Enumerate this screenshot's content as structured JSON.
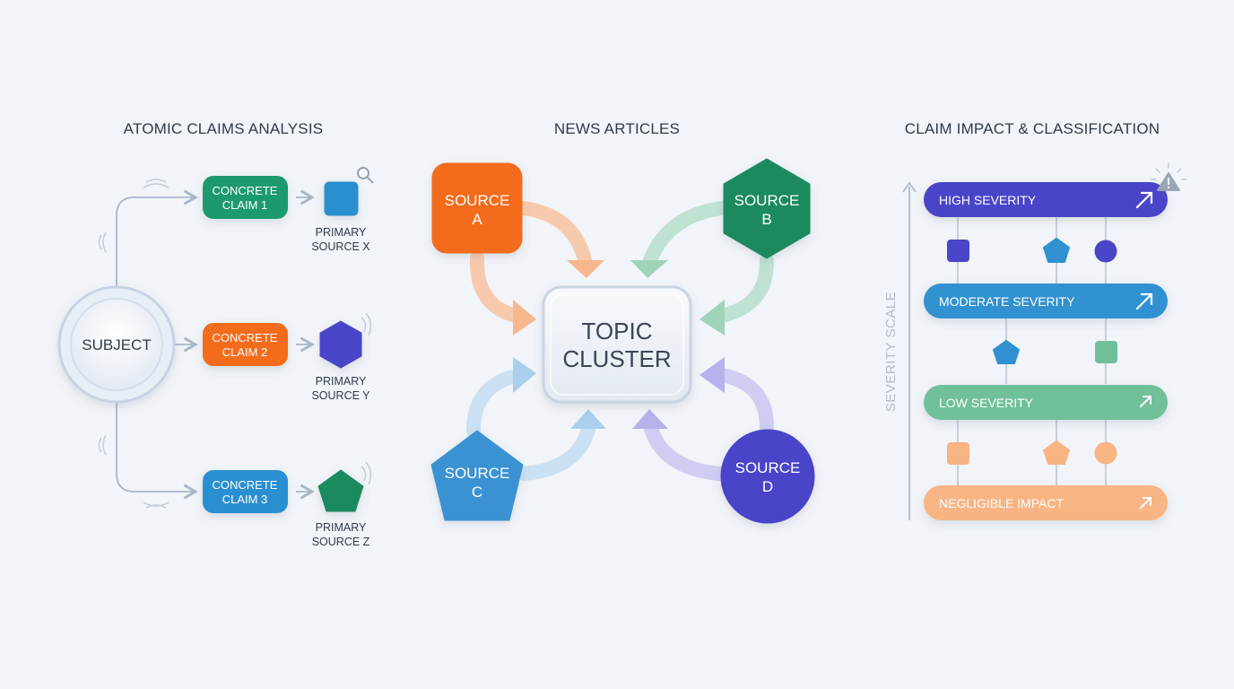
{
  "sections": {
    "left_title": "ATOMIC CLAIMS ANALYSIS",
    "center_title": "NEWS ARTICLES",
    "right_title": "CLAIM IMPACT & CLASSIFICATION"
  },
  "claims": {
    "subject": "SUBJECT",
    "items": [
      {
        "line1": "CONCRETE",
        "line2": "CLAIM 1",
        "color": "#1f9a6e",
        "source_line1": "PRIMARY",
        "source_line2": "SOURCE X",
        "source_color": "#2b8fd0",
        "source_shape": "rounded-square"
      },
      {
        "line1": "CONCRETE",
        "line2": "CLAIM 2",
        "color": "#f26c1f",
        "source_line1": "PRIMARY",
        "source_line2": "SOURCE Y",
        "source_color": "#4a45c9",
        "source_shape": "hexagon"
      },
      {
        "line1": "CONCRETE",
        "line2": "CLAIM 3",
        "color": "#2b8fd0",
        "source_line1": "PRIMARY",
        "source_line2": "SOURCE Z",
        "source_color": "#1f8a5e",
        "source_shape": "pentagon"
      }
    ]
  },
  "news": {
    "topic_line1": "TOPIC",
    "topic_line2": "CLUSTER",
    "sources": [
      {
        "line1": "SOURCE",
        "line2": "A",
        "color": "#f26c1f",
        "shape": "rounded-square"
      },
      {
        "line1": "SOURCE",
        "line2": "B",
        "color": "#1f8a5e",
        "shape": "hexagon"
      },
      {
        "line1": "SOURCE",
        "line2": "C",
        "color": "#3a92d2",
        "shape": "pentagon"
      },
      {
        "line1": "SOURCE",
        "line2": "D",
        "color": "#4a45c9",
        "shape": "circle"
      }
    ]
  },
  "severity": {
    "axis_label": "SEVERITY SCALE",
    "levels": [
      {
        "label": "HIGH SEVERITY",
        "color": "#4a45c9"
      },
      {
        "label": "MODERATE SEVERITY",
        "color": "#3191d0"
      },
      {
        "label": "LOW SEVERITY",
        "color": "#6fc09a"
      },
      {
        "label": "NEGLIGIBLE IMPACT",
        "color": "#f8b483"
      }
    ],
    "warning_icon": "warning-triangle-icon",
    "trend_icon": "arrow-up-right-icon"
  }
}
